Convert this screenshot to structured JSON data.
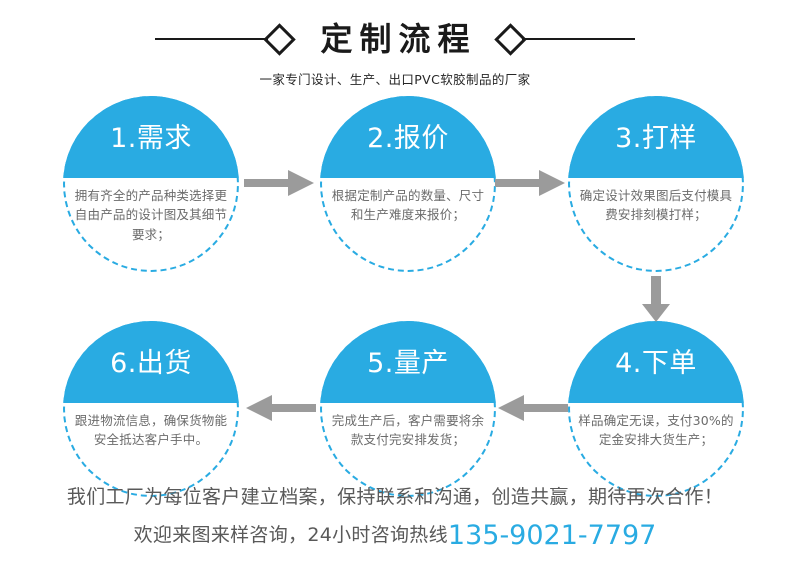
{
  "header": {
    "title": "定制流程",
    "subtitle": "一家专门设计、生产、出口PVC软胶制品的厂家",
    "left_ornament": "diamond-outline",
    "right_ornament": "diamond-outline"
  },
  "theme": {
    "brand_blue": "#29abe2",
    "arrow_gray": "#9b9b9b",
    "body_gray": "#6b6b6b",
    "footer_gray": "#595959",
    "title_black": "#1a1a1a"
  },
  "flow": {
    "steps": [
      {
        "number": "1.",
        "label": "1.需求",
        "desc": "拥有齐全的产品种类选择更自由产品的设计图及其细节要求；"
      },
      {
        "number": "2.",
        "label": "2.报价",
        "desc": "根据定制产品的数量、尺寸和生产难度来报价；"
      },
      {
        "number": "3.",
        "label": "3.打样",
        "desc": "确定设计效果图后支付模具费安排刻模打样；"
      },
      {
        "number": "4.",
        "label": "4.下单",
        "desc": "样品确定无误，支付30%的定金安排大货生产；"
      },
      {
        "number": "5.",
        "label": "5.量产",
        "desc": "完成生产后，客户需要将余款支付完安排发货；"
      },
      {
        "number": "6.",
        "label": "6.出货",
        "desc": "跟进物流信息，确保货物能安全抵达客户手中。"
      }
    ],
    "connectors": [
      {
        "name": "arrow-step1-to-step2",
        "direction": "right"
      },
      {
        "name": "arrow-step2-to-step3",
        "direction": "right"
      },
      {
        "name": "arrow-step3-to-step4",
        "direction": "down"
      },
      {
        "name": "arrow-step4-to-step5",
        "direction": "left"
      },
      {
        "name": "arrow-step5-to-step6",
        "direction": "left"
      }
    ]
  },
  "footer": {
    "line1": "我们工厂为每位客户建立档案，保持联系和沟通，创造共赢，期待再次合作！",
    "line2_prefix": "欢迎来图来样咨询，24小时咨询热线",
    "phone": "135-9021-7797"
  }
}
